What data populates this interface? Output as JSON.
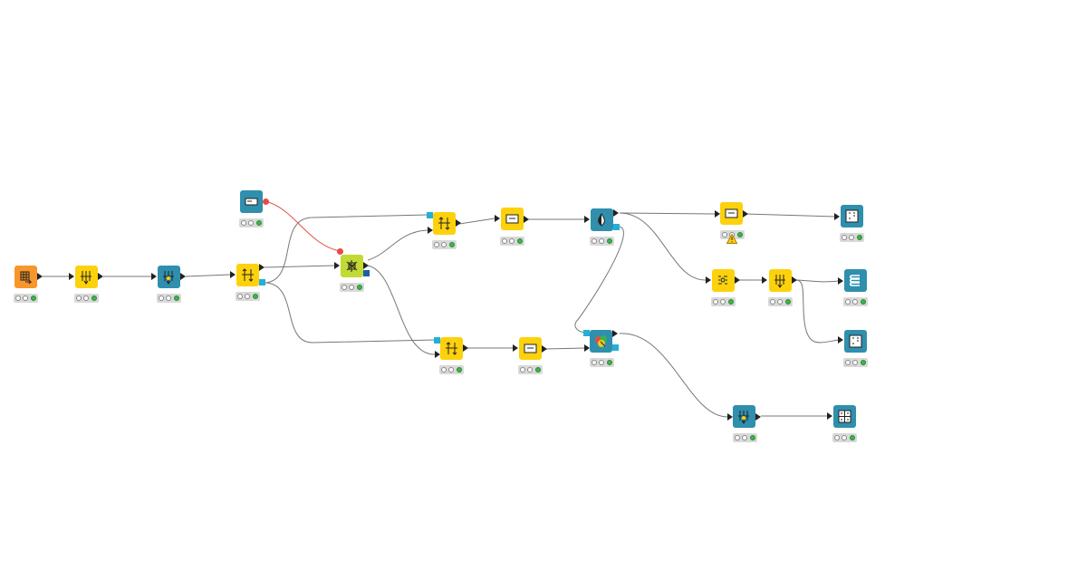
{
  "colors": {
    "source": "#f7962b",
    "manipulator": "#fdd10b",
    "other": "#2f8fad",
    "learner": "#c3d934",
    "connection": "#777777",
    "variable_connection": "#e84a4a",
    "status_ok": "#3cb54a"
  },
  "nodes": [
    {
      "id": "n1",
      "kind": "source",
      "icon": "table-reader-icon"
    },
    {
      "id": "n2",
      "kind": "manipulator",
      "icon": "column-filter-icon"
    },
    {
      "id": "n3",
      "kind": "other",
      "icon": "column-filter-icon"
    },
    {
      "id": "n4",
      "kind": "manipulator",
      "icon": "partitioning-icon"
    },
    {
      "id": "n5",
      "kind": "other",
      "icon": "flow-variable-icon"
    },
    {
      "id": "n6",
      "kind": "learner",
      "icon": "learner-icon"
    },
    {
      "id": "n7",
      "kind": "manipulator",
      "icon": "predictor-icon"
    },
    {
      "id": "n8",
      "kind": "manipulator",
      "icon": "rule-engine-icon"
    },
    {
      "id": "n9",
      "kind": "other",
      "icon": "scorer-icon"
    },
    {
      "id": "n10",
      "kind": "manipulator",
      "icon": "rule-engine-icon",
      "warning": true
    },
    {
      "id": "n11",
      "kind": "other",
      "icon": "table-view-icon"
    },
    {
      "id": "n12",
      "kind": "manipulator",
      "icon": "missing-value-icon"
    },
    {
      "id": "n13",
      "kind": "manipulator",
      "icon": "column-filter-icon"
    },
    {
      "id": "n14",
      "kind": "other",
      "icon": "database-writer-icon"
    },
    {
      "id": "n15",
      "kind": "other",
      "icon": "table-view-icon"
    },
    {
      "id": "n16",
      "kind": "manipulator",
      "icon": "predictor-icon"
    },
    {
      "id": "n17",
      "kind": "manipulator",
      "icon": "rule-engine-icon"
    },
    {
      "id": "n18",
      "kind": "other",
      "icon": "color-manager-icon"
    },
    {
      "id": "n19",
      "kind": "other",
      "icon": "column-filter-icon"
    },
    {
      "id": "n20",
      "kind": "other",
      "icon": "pivot-table-icon"
    }
  ]
}
